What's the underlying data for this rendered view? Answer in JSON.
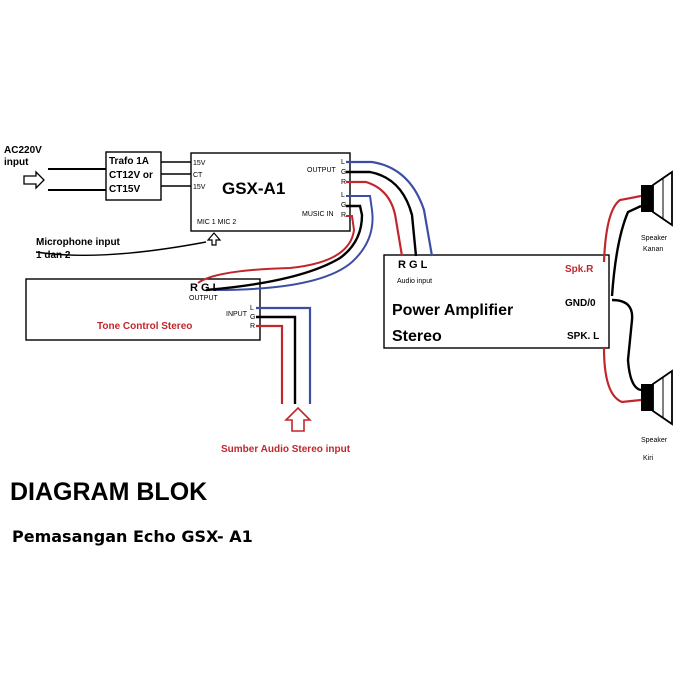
{
  "mains_input": {
    "line1": "AC220V",
    "line2": "input"
  },
  "trafo": {
    "line1": "Trafo 1A",
    "line2": "CT12V or",
    "line3": "CT15V"
  },
  "gsx": {
    "title": "GSX-A1",
    "pin_15v_a": "15V",
    "pin_ct": "CT",
    "pin_15v_b": "15V",
    "output_label": "OUTPUT",
    "music_in_label": "MUSIC IN",
    "mic_label": "MIC 1 MIC 2",
    "out_l": "L",
    "out_g": "G",
    "out_r": "R",
    "in_l": "L",
    "in_g": "G",
    "in_r": "R"
  },
  "microphone": {
    "line1": "Microphone input",
    "line2": "1 dan 2"
  },
  "tone_control": {
    "title": "Tone Control Stereo",
    "rgl": "R  G  L",
    "output_label": "OUTPUT",
    "input_label": "INPUT",
    "in_l": "L",
    "in_g": "G",
    "in_r": "R"
  },
  "power_amp": {
    "rgl": "R  G  L",
    "audio_input_label": "Audio input",
    "title_line1": "Power Amplifier",
    "title_line2": "Stereo",
    "spk_r": "Spk.R",
    "gnd": "GND/0",
    "spk_l": "SPK. L"
  },
  "speaker_right": {
    "line1": "Speaker",
    "line2": "Kanan"
  },
  "speaker_left": {
    "line1": "Speaker",
    "line2": "Kiri"
  },
  "source_label": "Sumber Audio Stereo input",
  "footer": {
    "title": "DIAGRAM BLOK",
    "subtitle": "Pemasangan Echo GSX- A1"
  },
  "colors": {
    "red": "#c0272d",
    "blue": "#3b4ea3",
    "black": "#000000"
  }
}
